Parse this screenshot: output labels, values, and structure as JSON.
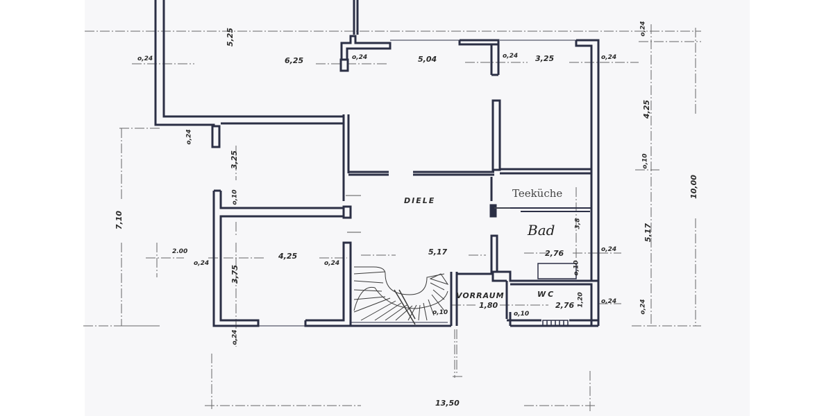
{
  "rooms": {
    "diele": "DIELE",
    "teekueche": "Teeküche",
    "bad": "Bad",
    "vorraum": "VORRAUM",
    "wc": "WC"
  },
  "dimensions": {
    "top_vertical_5_25": "5,25",
    "top_6_25": "6,25",
    "top_5_04": "5,04",
    "top_3_25": "3,25",
    "wall_left_top": "o,24",
    "wall_a": "o,24",
    "wall_b": "o,24",
    "wall_right_top": "o,24",
    "right_0_24_top": "o,24",
    "right_4_25": "4,25",
    "right_0_10": "o,10",
    "right_5_17": "5,17",
    "right_0_24_bottom": "o,24",
    "right_total_10_00": "10,00",
    "left_total_7_10": "7,10",
    "left_2_00": "2.00",
    "left_0_24": "o,24",
    "inner_0_24_vert": "o,24",
    "inner_3_25": "3,25",
    "inner_0_10": "o,10",
    "inner_3_75": "3,75",
    "room_4_25": "4,25",
    "room_0_24_right": "o,24",
    "bottom_0_24": "o,24",
    "diele_5_17": "5,17",
    "stair_0_10": "o,10",
    "vorraum_1_80": "1,80",
    "wc_0_10": "o,10",
    "wc_2_76": "2,76",
    "wc_1_20": "1,20",
    "wc_0_24": "o,24",
    "bad_2_76": "2,76",
    "bad_3_81": "3,8",
    "bad_0_10": "o,10",
    "bad_0_24": "o,24",
    "bottom_total_13_50": "13,50"
  },
  "colors": {
    "wall": "#2b2f45",
    "dimension_line": "#555555",
    "paper": "#f7f7f9"
  }
}
